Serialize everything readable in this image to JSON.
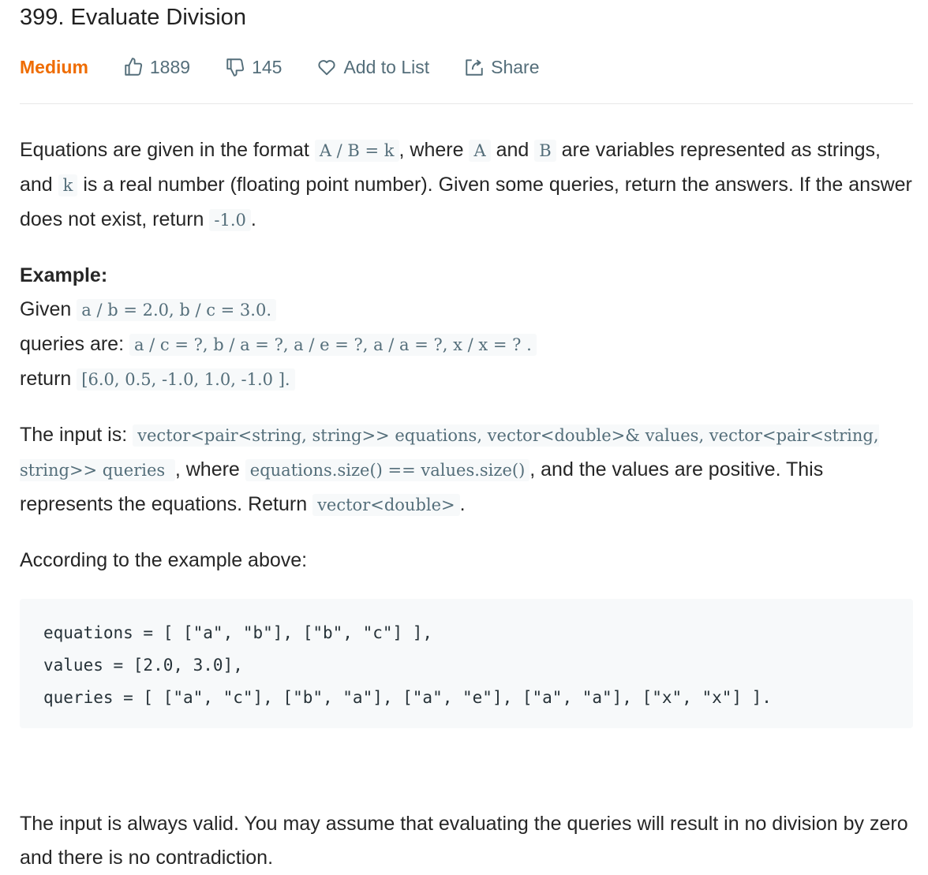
{
  "problem": {
    "title": "399. Evaluate Division",
    "difficulty": "Medium",
    "likes": "1889",
    "dislikes": "145",
    "add_to_list": "Add to List",
    "share": "Share"
  },
  "colors": {
    "difficulty": "#ef6c00",
    "meta_text": "#546e7a",
    "code_bg": "#f7f9fa"
  },
  "icons": {
    "like": "thumbs-up-icon",
    "dislike": "thumbs-down-icon",
    "favorite": "heart-icon",
    "share": "share-icon"
  },
  "description": {
    "p1": {
      "t1": "Equations are given in the format ",
      "c1": "A / B = k",
      "t2": ", where ",
      "c2": "A",
      "t3": " and ",
      "c3": "B",
      "t4": " are variables represented as strings, and ",
      "c4": "k",
      "t5": " is a real number (floating point number). Given some queries, return the answers. If the answer does not exist, return ",
      "c5": "-1.0",
      "t6": "."
    },
    "example_heading": "Example:",
    "given_label": "Given ",
    "given_code": "a / b = 2.0, b / c = 3.0.",
    "queries_label": "queries are: ",
    "queries_code": "a / c = ?, b / a = ?, a / e = ?, a / a = ?, x / x = ? .",
    "return_label": "return ",
    "return_code": "[6.0, 0.5, -1.0, 1.0, -1.0 ].",
    "p2": {
      "t1": "The input is: ",
      "c1": "vector<pair<string, string>> equations, vector<double>& values, vector<pair<string, string>> queries ",
      "t2": ", where ",
      "c2": "equations.size() == values.size()",
      "t3": ", and the values are positive. This represents the equations. Return ",
      "c3": "vector<double>",
      "t4": "."
    },
    "p3": "According to the example above:",
    "code_block": {
      "line1": "equations = [ [\"a\", \"b\"], [\"b\", \"c\"] ],",
      "line2": "values = [2.0, 3.0],",
      "line3": "queries = [ [\"a\", \"c\"], [\"b\", \"a\"], [\"a\", \"e\"], [\"a\", \"a\"], [\"x\", \"x\"] ]."
    },
    "p4": "The input is always valid. You may assume that evaluating the queries will result in no division by zero and there is no contradiction."
  }
}
